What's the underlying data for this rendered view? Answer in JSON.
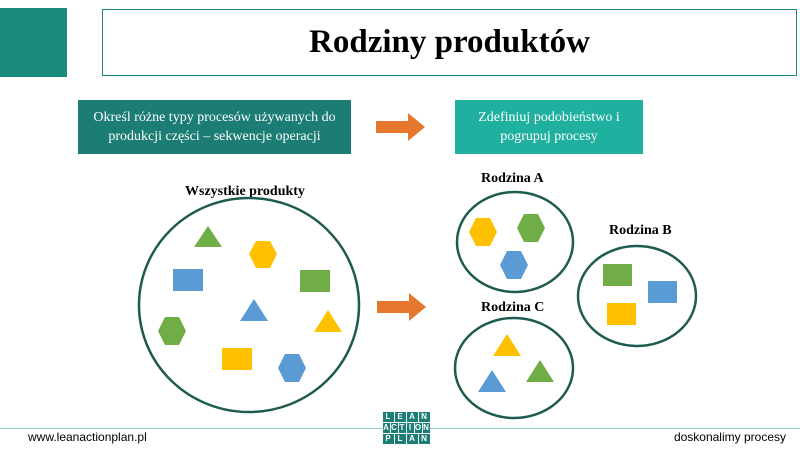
{
  "title": "Rodziny produktów",
  "step1_text": "Określ różne typy procesów używanych do produkcji części – sekwencje operacji",
  "step2_text": "Zdefiniuj podobieństwo i pogrupuj procesy",
  "groups": {
    "all_label": "Wszystkie produkty",
    "family_a_label": "Rodzina A",
    "family_b_label": "Rodzina B",
    "family_c_label": "Rodzina C"
  },
  "footer": {
    "website": "www.leanactionplan.pl",
    "slogan": "doskonalimy procesy"
  },
  "logo": {
    "row1": [
      "L",
      "E",
      "A",
      "N"
    ],
    "row2": [
      "A",
      "C",
      "T",
      "I",
      "O",
      "N"
    ],
    "row3": [
      "P",
      "L",
      "A",
      "N"
    ]
  },
  "colors": {
    "teal_dark": "#1b7d73",
    "teal_light": "#1fb0a0",
    "arrow": "#e5772e",
    "green": "#70ad47",
    "yellow": "#ffc000",
    "blue": "#5b9bd5",
    "circle_stroke": "#1e5b4f"
  },
  "icons": {
    "arrow": "right-arrow-icon",
    "shapes": [
      "triangle-icon",
      "hexagon-icon",
      "square-icon"
    ]
  }
}
